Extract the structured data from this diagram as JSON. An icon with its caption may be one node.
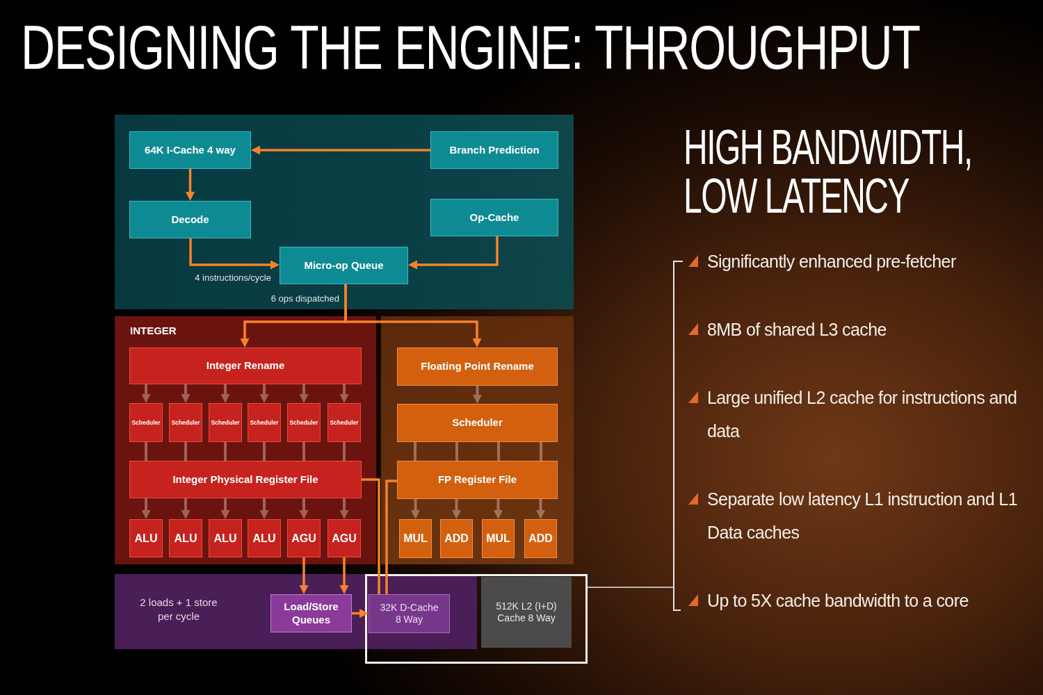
{
  "diagram": {
    "title": "DESIGNING THE ENGINE: THROUGHPUT",
    "nodes": [
      {
        "text": [],
        "shape": "box"
      },
      {
        "text": [
          "64K I-Cache 4 way"
        ],
        "in": 0
      },
      {
        "text": [
          "Branch Prediction"
        ],
        "in": 0
      },
      {
        "text": [
          "Decode"
        ],
        "in": 0
      },
      {
        "text": [
          "Op-Cache"
        ],
        "in": 0
      },
      {
        "text": [
          "Micro-op Queue"
        ],
        "in": 0,
        "beside": [
          "6 ops dispatched"
        ]
      },
      {
        "text": [
          "INTEGER"
        ]
      },
      {
        "text": [
          "Integer Rename"
        ],
        "in": 6
      },
      {
        "text": [
          "Scheduler"
        ],
        "in": 6
      },
      {
        "text": [
          "Scheduler"
        ],
        "in": 6
      },
      {
        "text": [
          "Scheduler"
        ],
        "in": 6
      },
      {
        "text": [
          "Scheduler"
        ],
        "in": 6
      },
      {
        "text": [
          "Scheduler"
        ],
        "in": 6
      },
      {
        "text": [
          "Scheduler"
        ],
        "in": 6
      },
      {
        "text": [
          "Integer Physical Register File"
        ],
        "in": 6
      },
      {
        "text": [
          "ALU"
        ],
        "in": 6
      },
      {
        "text": [
          "ALU"
        ],
        "in": 6
      },
      {
        "text": [
          "ALU"
        ],
        "in": 6
      },
      {
        "text": [
          "ALU"
        ],
        "in": 6
      },
      {
        "text": [
          "AGU"
        ],
        "in": 6
      },
      {
        "text": [
          "AGU"
        ],
        "in": 6
      },
      {
        "text": [],
        "shape": "box"
      },
      {
        "text": [
          "Floating Point Rename"
        ],
        "in": 21
      },
      {
        "text": [
          "Scheduler"
        ],
        "in": 21
      },
      {
        "text": [
          "FP Register File"
        ],
        "in": 21
      },
      {
        "text": [
          "MUL"
        ],
        "in": 21
      },
      {
        "text": [
          "ADD"
        ],
        "in": 21
      },
      {
        "text": [
          "MUL"
        ],
        "in": 21
      },
      {
        "text": [
          "ADD"
        ],
        "in": 21
      },
      {
        "text": [
          "2 loads + 1 store per cycle"
        ]
      },
      {
        "text": [
          "Load/Store Queues"
        ],
        "in": 29
      },
      {
        "text": [
          "32K D-Cache 8 Way"
        ]
      },
      {
        "text": [],
        "shape": "box"
      },
      {
        "text": [
          "512K L2 (I+D) Cache 8 Way"
        ],
        "in": 32
      }
    ],
    "edges": [
      {
        "from": 2,
        "to": 1,
        "arrow": "to",
        "color": "#f5832a"
      },
      {
        "from": 1,
        "to": 3,
        "arrow": "to",
        "color": "#f5832a"
      },
      {
        "from": 3,
        "to": 5,
        "arrow": "to",
        "label": "4 instructions/cycle",
        "color": "#f5832a"
      },
      {
        "from": 4,
        "to": 5,
        "arrow": "to",
        "color": "#f5832a"
      },
      {
        "from": 5,
        "to": 7,
        "arrow": "to",
        "color": "#f5832a"
      },
      {
        "from": 5,
        "to": 22,
        "arrow": "to",
        "color": "#f5832a"
      },
      {
        "from": 7,
        "to": 8,
        "arrow": "to"
      },
      {
        "from": 7,
        "to": 9,
        "arrow": "to"
      },
      {
        "from": 7,
        "to": 10,
        "arrow": "to"
      },
      {
        "from": 7,
        "to": 11,
        "arrow": "to"
      },
      {
        "from": 7,
        "to": 12,
        "arrow": "to"
      },
      {
        "from": 7,
        "to": 13,
        "arrow": "to"
      },
      {
        "from": 8,
        "to": 14,
        "arrow": "none"
      },
      {
        "from": 9,
        "to": 14,
        "arrow": "none"
      },
      {
        "from": 10,
        "to": 14,
        "arrow": "none"
      },
      {
        "from": 11,
        "to": 14,
        "arrow": "none"
      },
      {
        "from": 12,
        "to": 14,
        "arrow": "none"
      },
      {
        "from": 13,
        "to": 14,
        "arrow": "none"
      },
      {
        "from": 14,
        "to": 15,
        "arrow": "to"
      },
      {
        "from": 14,
        "to": 16,
        "arrow": "to"
      },
      {
        "from": 14,
        "to": 17,
        "arrow": "to"
      },
      {
        "from": 14,
        "to": 18,
        "arrow": "to"
      },
      {
        "from": 14,
        "to": 19,
        "arrow": "to"
      },
      {
        "from": 14,
        "to": 20,
        "arrow": "to"
      },
      {
        "from": 22,
        "to": 23,
        "arrow": "to"
      },
      {
        "from": 23,
        "to": 24,
        "arrow": "none"
      },
      {
        "from": 23,
        "to": 24,
        "arrow": "none"
      },
      {
        "from": 23,
        "to": 24,
        "arrow": "none"
      },
      {
        "from": 23,
        "to": 24,
        "arrow": "none"
      },
      {
        "from": 24,
        "to": 25,
        "arrow": "to"
      },
      {
        "from": 24,
        "to": 26,
        "arrow": "to"
      },
      {
        "from": 24,
        "to": 27,
        "arrow": "to"
      },
      {
        "from": 24,
        "to": 28,
        "arrow": "to"
      },
      {
        "from": 19,
        "to": 30,
        "arrow": "to",
        "color": "#f5832a"
      },
      {
        "from": 20,
        "to": 30,
        "arrow": "to",
        "color": "#f5832a"
      },
      {
        "from": 14,
        "to": 31,
        "arrow": "none",
        "color": "#f5832a"
      },
      {
        "from": 24,
        "to": 31,
        "arrow": "none",
        "color": "#f5832a"
      },
      {
        "from": 30,
        "to": 31,
        "arrow": "to",
        "color": "#f5832a"
      },
      {
        "from": 32,
        "to": null,
        "arrow": "none",
        "color": "#e8e8e8"
      }
    ],
    "labels": [
      "HIGH BANDWIDTH, LOW LATENCY",
      "Significantly enhanced pre-fetcher",
      "8MB of shared L3 cache",
      "Large unified L2 cache for instructions and data",
      "Separate low latency L1 instruction and L1 Data caches",
      "Up to 5X cache bandwidth to a core"
    ]
  }
}
